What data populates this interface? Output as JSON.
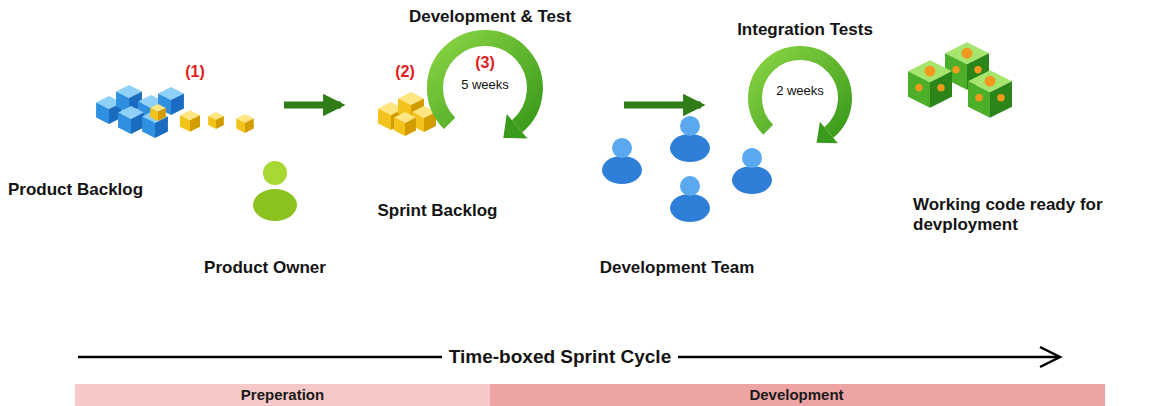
{
  "diagram": {
    "nodes": [
      {
        "text": [
          "(1)",
          "Product Backlog"
        ]
      },
      {
        "text": [
          "(2)",
          "Sprint Backlog"
        ]
      },
      {
        "text": [
          "Development & Test",
          "(3)",
          "5 weeks"
        ]
      },
      {
        "text": [
          "Integration Tests",
          "2 weeks"
        ]
      },
      {
        "text": [
          "Working code ready for devployment"
        ]
      },
      {
        "text": [
          "Preperation"
        ]
      },
      {
        "text": [
          "Development"
        ]
      }
    ],
    "edges": [
      {
        "from": 0,
        "to": 1,
        "arrow": "to"
      },
      {
        "from": 2,
        "to": 3,
        "arrow": "to"
      }
    ],
    "labels": [
      "Product Owner",
      "Development Team",
      "Time-boxed Sprint Cycle"
    ]
  }
}
